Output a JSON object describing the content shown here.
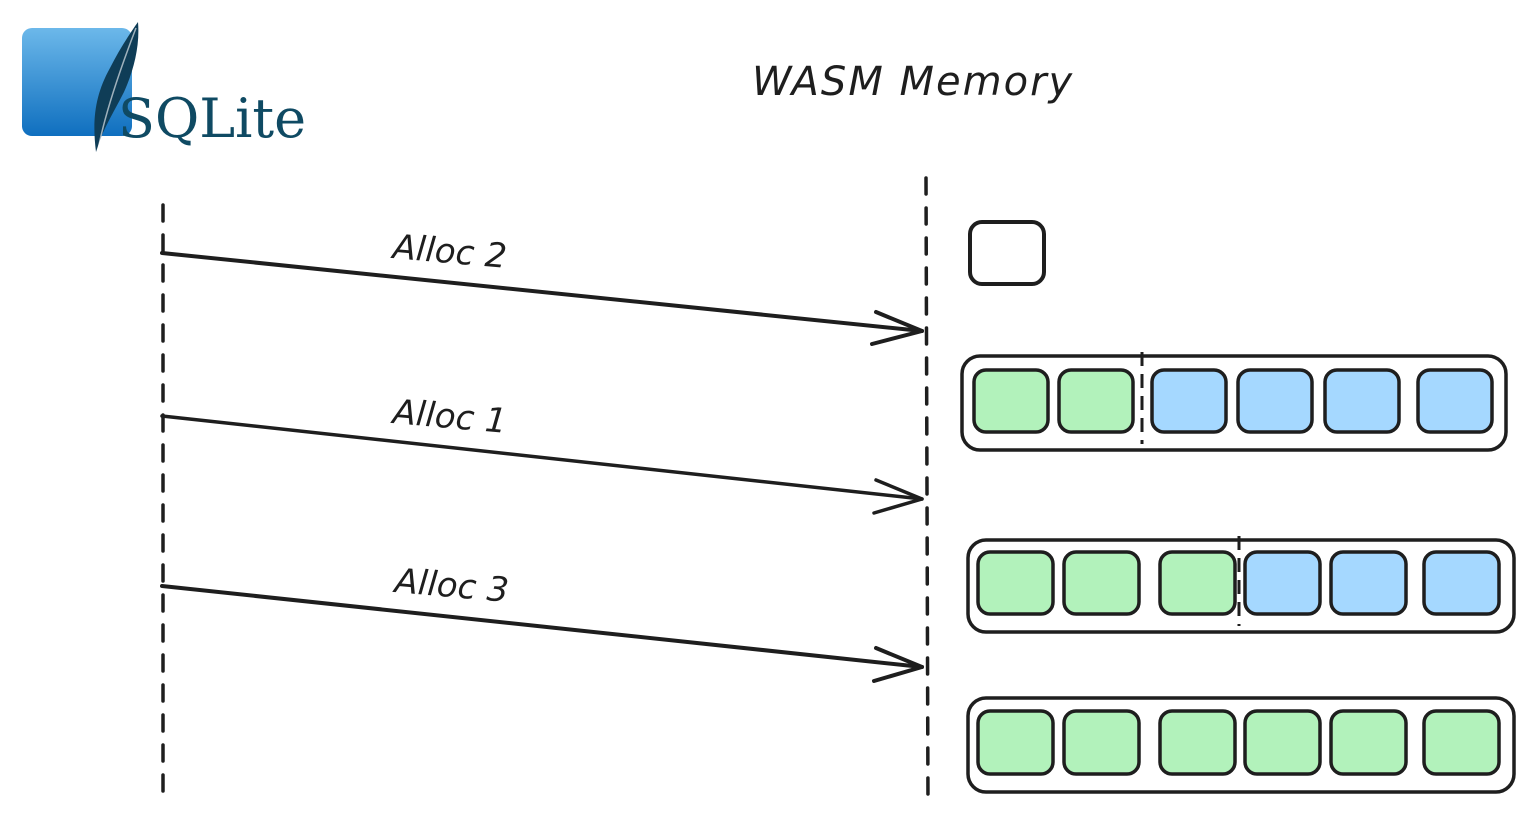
{
  "logo": {
    "text": "SQLite"
  },
  "title": "WASM Memory",
  "colors": {
    "stroke": "#1e1e1e",
    "green_cell": "#b2f2bb",
    "blue_cell": "#a5d8ff",
    "empty_cell": "#ffffff",
    "logo_blue_light": "#6cb8ea",
    "logo_blue_dark": "#0f6fbf",
    "logo_text": "#0f4a63",
    "feather": "#0f3d57"
  },
  "arrows": [
    {
      "label": "Alloc 2"
    },
    {
      "label": "Alloc 1"
    },
    {
      "label": "Alloc 3"
    }
  ],
  "memory": {
    "rows": [
      {
        "cells": [
          "empty"
        ]
      },
      {
        "cells": [
          "green",
          "green",
          "blue",
          "blue",
          "blue",
          "blue"
        ],
        "divider_after": 2
      },
      {
        "cells": [
          "green",
          "green",
          "green",
          "blue",
          "blue",
          "blue"
        ],
        "divider_after": 3
      },
      {
        "cells": [
          "green",
          "green",
          "green",
          "green",
          "green",
          "green"
        ]
      }
    ]
  }
}
